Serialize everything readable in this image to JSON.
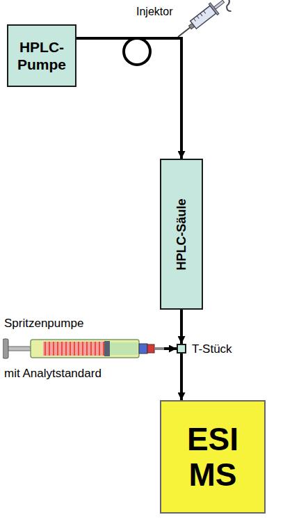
{
  "diagram": {
    "nodes": [
      {
        "text": [
          "HPLC- Pumpe"
        ]
      },
      {
        "text": [
          "HPLC-Säule"
        ]
      },
      {
        "text": [
          "Spritzenpumpe",
          "mit Analytstandard"
        ]
      },
      {
        "text": [
          "T-Stück"
        ]
      },
      {
        "text": [
          "ESI MS"
        ]
      }
    ],
    "edges": [
      {
        "from": 0,
        "to": 1,
        "arrow": "to"
      },
      {
        "from": 1,
        "to": 3,
        "arrow": "to"
      },
      {
        "from": 2,
        "to": 3,
        "arrow": "to"
      },
      {
        "from": 3,
        "to": 4,
        "arrow": "to"
      }
    ],
    "labels": [
      "Injektor"
    ]
  }
}
